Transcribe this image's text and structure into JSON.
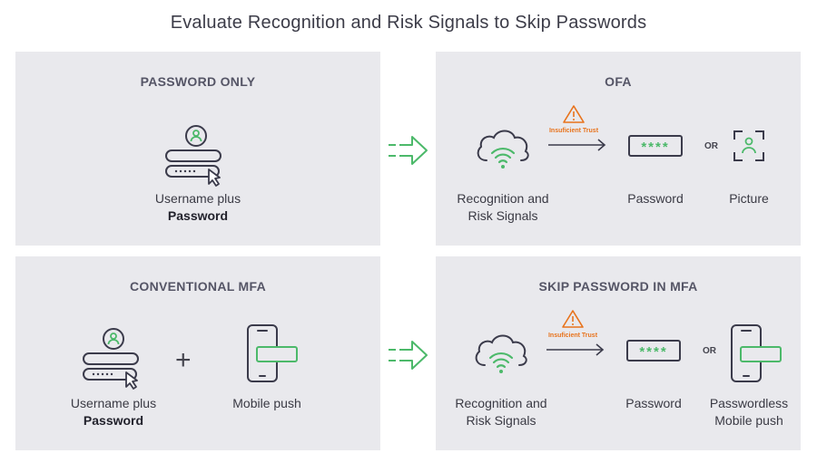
{
  "title": "Evaluate Recognition and Risk Signals to Skip Passwords",
  "panels": {
    "password_only": {
      "title": "PASSWORD ONLY",
      "label_line1": "Username plus",
      "label_line2": "Password"
    },
    "ofa": {
      "title": "OFA",
      "warning": "Insuficient Trust",
      "stars": "****",
      "or": "OR",
      "labels": {
        "signals_line1": "Recognition and",
        "signals_line2": "Risk Signals",
        "password": "Password",
        "picture": "Picture"
      }
    },
    "conventional_mfa": {
      "title": "CONVENTIONAL MFA",
      "plus": "+",
      "label_line1": "Username plus",
      "label_line2": "Password",
      "mobile_push": "Mobile push"
    },
    "skip_password": {
      "title": "SKIP PASSWORD IN MFA",
      "warning": "Insuficient Trust",
      "stars": "****",
      "or": "OR",
      "labels": {
        "signals_line1": "Recognition and",
        "signals_line2": "Risk Signals",
        "password": "Password",
        "passwordless_line1": "Passwordless",
        "passwordless_line2": "Mobile push"
      }
    }
  },
  "colors": {
    "panel_bg": "#e9e9ed",
    "icon_dark": "#3b3b4b",
    "accent_green": "#4cb96a",
    "warning_orange": "#e8731c"
  }
}
